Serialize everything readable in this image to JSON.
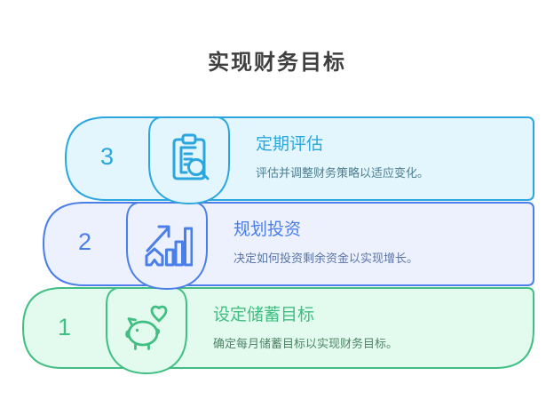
{
  "page": {
    "title": "实现财务目标",
    "title_color": "#3f3f3f",
    "background_color": "#ffffff"
  },
  "steps": [
    {
      "number": "1",
      "title": "设定储蓄目标",
      "description": "确定每月储蓄目标以实现财务目标。",
      "icon": "piggy-bank-heart-icon",
      "accent": "#41be81",
      "fill": "#e2fbee",
      "desc_color": "#4f8465"
    },
    {
      "number": "2",
      "title": "规划投资",
      "description": "决定如何投资剩余资金以实现增长。",
      "icon": "house-growth-chart-icon",
      "accent": "#4a7ee8",
      "fill": "#ecf1fd",
      "desc_color": "#5b74a8"
    },
    {
      "number": "3",
      "title": "定期评估",
      "description": "评估并调整财务策略以适应变化。",
      "icon": "clipboard-search-icon",
      "accent": "#2ba6de",
      "fill": "#e3f6fd",
      "desc_color": "#4c7e90"
    }
  ]
}
